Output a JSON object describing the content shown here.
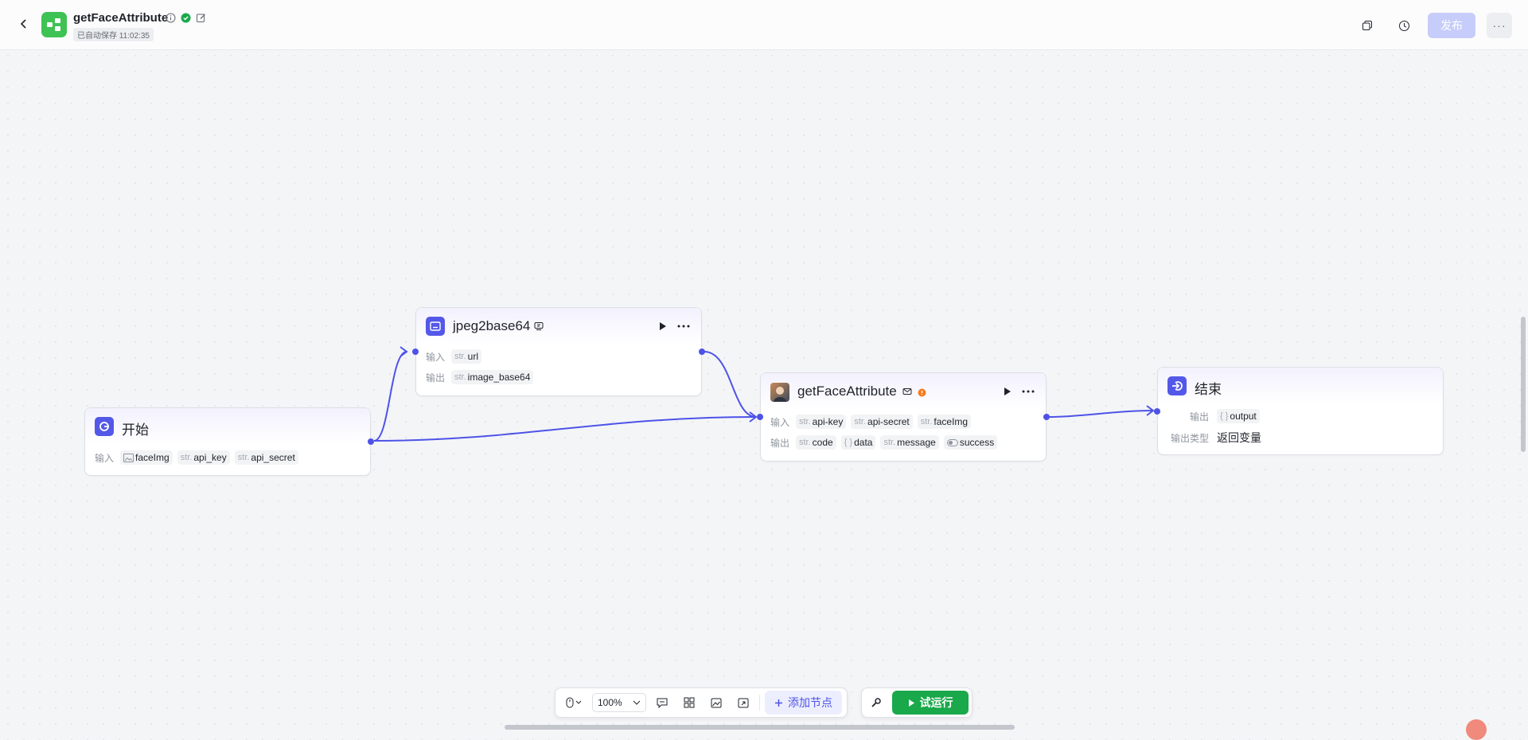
{
  "header": {
    "title": "getFaceAttribute",
    "autosave": "已自动保存 11:02:35",
    "publish_label": "发布",
    "more_label": "···"
  },
  "nodes": {
    "start": {
      "title": "开始",
      "input_label": "输入",
      "inputs": [
        {
          "type": "image",
          "name": "faceImg"
        },
        {
          "type": "str.",
          "name": "api_key"
        },
        {
          "type": "str.",
          "name": "api_secret"
        }
      ]
    },
    "jpeg": {
      "title": "jpeg2base64",
      "input_label": "输入",
      "output_label": "输出",
      "inputs": [
        {
          "type": "str.",
          "name": "url"
        }
      ],
      "outputs": [
        {
          "type": "str.",
          "name": "image_base64"
        }
      ]
    },
    "face": {
      "title": "getFaceAttribute",
      "input_label": "输入",
      "output_label": "输出",
      "inputs": [
        {
          "type": "str.",
          "name": "api-key"
        },
        {
          "type": "str.",
          "name": "api-secret"
        },
        {
          "type": "str.",
          "name": "faceImg"
        }
      ],
      "outputs": [
        {
          "type": "str.",
          "name": "code"
        },
        {
          "type": "{ }",
          "name": "data"
        },
        {
          "type": "str.",
          "name": "message"
        },
        {
          "type": "bool",
          "name": "success"
        }
      ]
    },
    "end": {
      "title": "结束",
      "output_label": "输出",
      "output_type_label": "输出类型",
      "output": {
        "type": "{ }",
        "name": "output"
      },
      "output_type_value": "返回变量"
    }
  },
  "toolbar": {
    "zoom": "100%",
    "add_node_label": "添加节点",
    "test_run_label": "试运行"
  },
  "colors": {
    "accent": "#4d53e8",
    "run_green": "#19a84a",
    "app_icon_green": "#3ec254",
    "publish_disabled": "#c7cdfa"
  }
}
